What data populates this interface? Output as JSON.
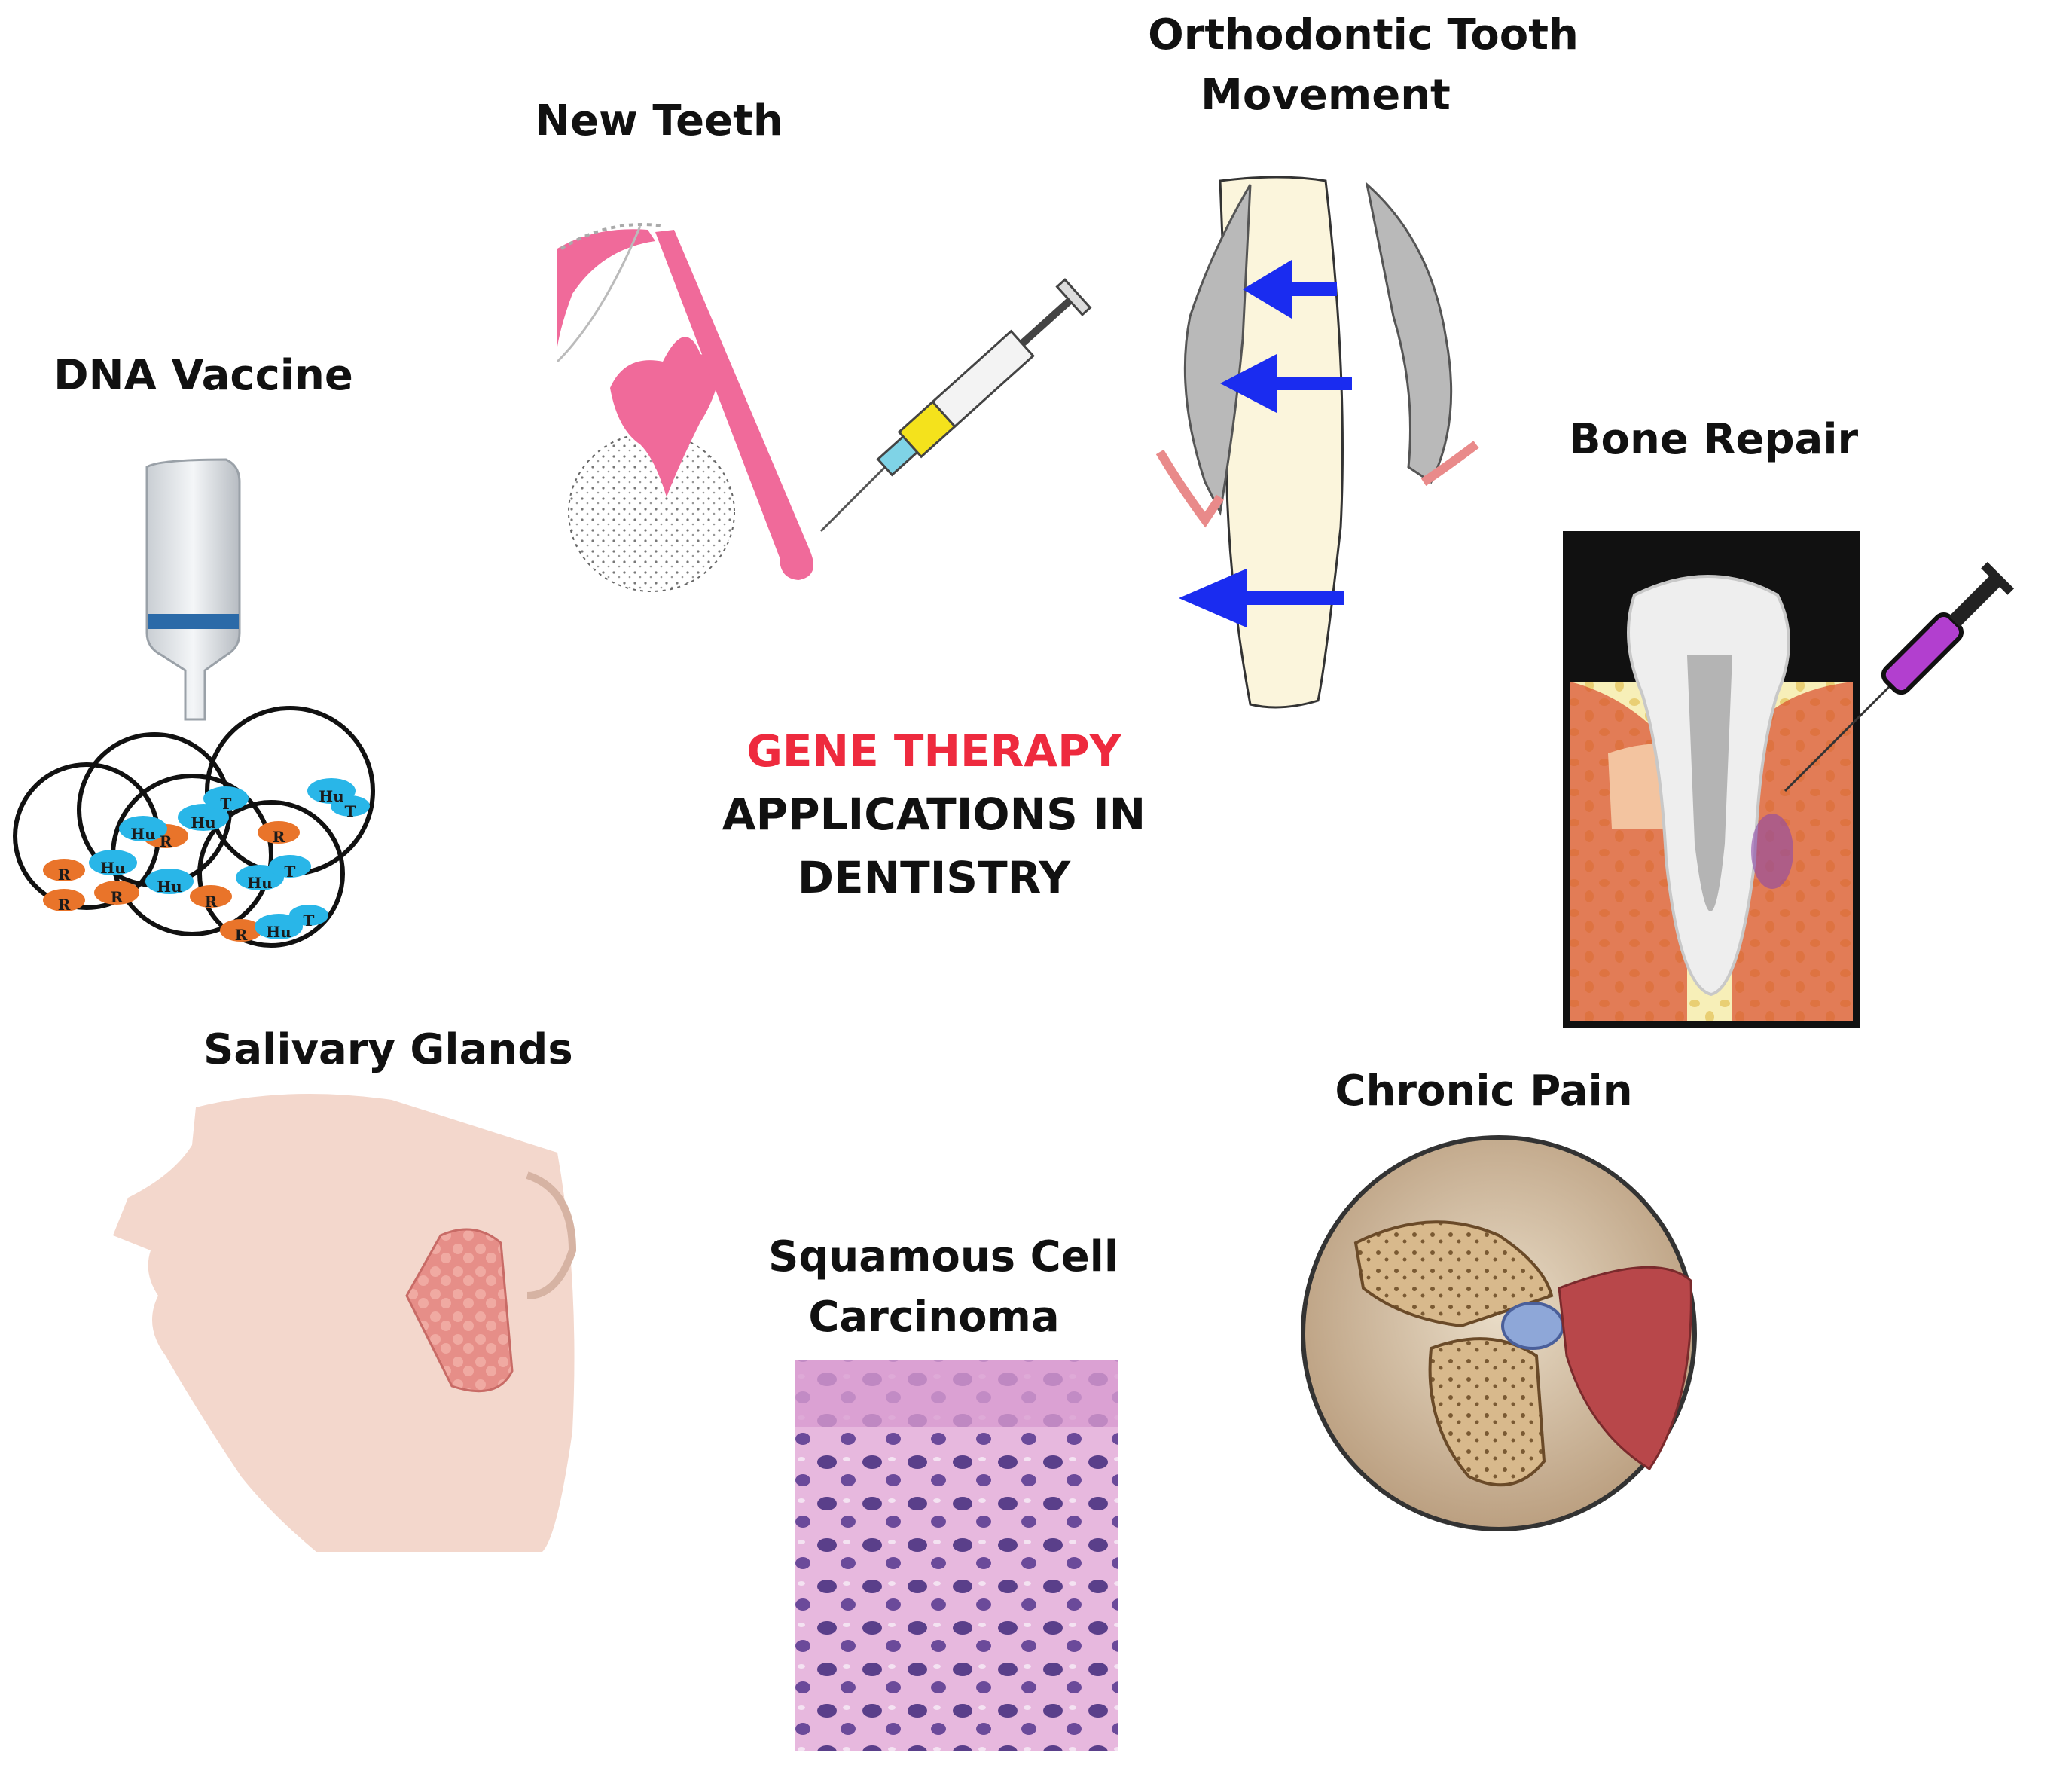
{
  "center": {
    "line1": "GENE THERAPY",
    "line2": "APPLICATIONS IN",
    "line3": "DENTISTRY",
    "accent_color": "#ee2a3e"
  },
  "labels": {
    "dna_vaccine": "DNA Vaccine",
    "new_teeth": "New Teeth",
    "orthodontic_line1": "Orthodontic Tooth",
    "orthodontic_line2": "Movement",
    "bone_repair": "Bone Repair",
    "salivary_glands": "Salivary Glands",
    "chronic_pain": "Chronic Pain",
    "scc_line1": "Squamous Cell",
    "scc_line2": "Carcinoma"
  },
  "plasmid_tags": [
    "R",
    "Hu",
    "T"
  ],
  "colors": {
    "pink": "#f06a9a",
    "arrow_blue": "#1a2cf0",
    "plasmid_orange": "#e9742a",
    "plasmid_cyan": "#29b6e8",
    "syringe_yellow": "#f4e21c",
    "syringe_purple": "#b23fcf"
  }
}
